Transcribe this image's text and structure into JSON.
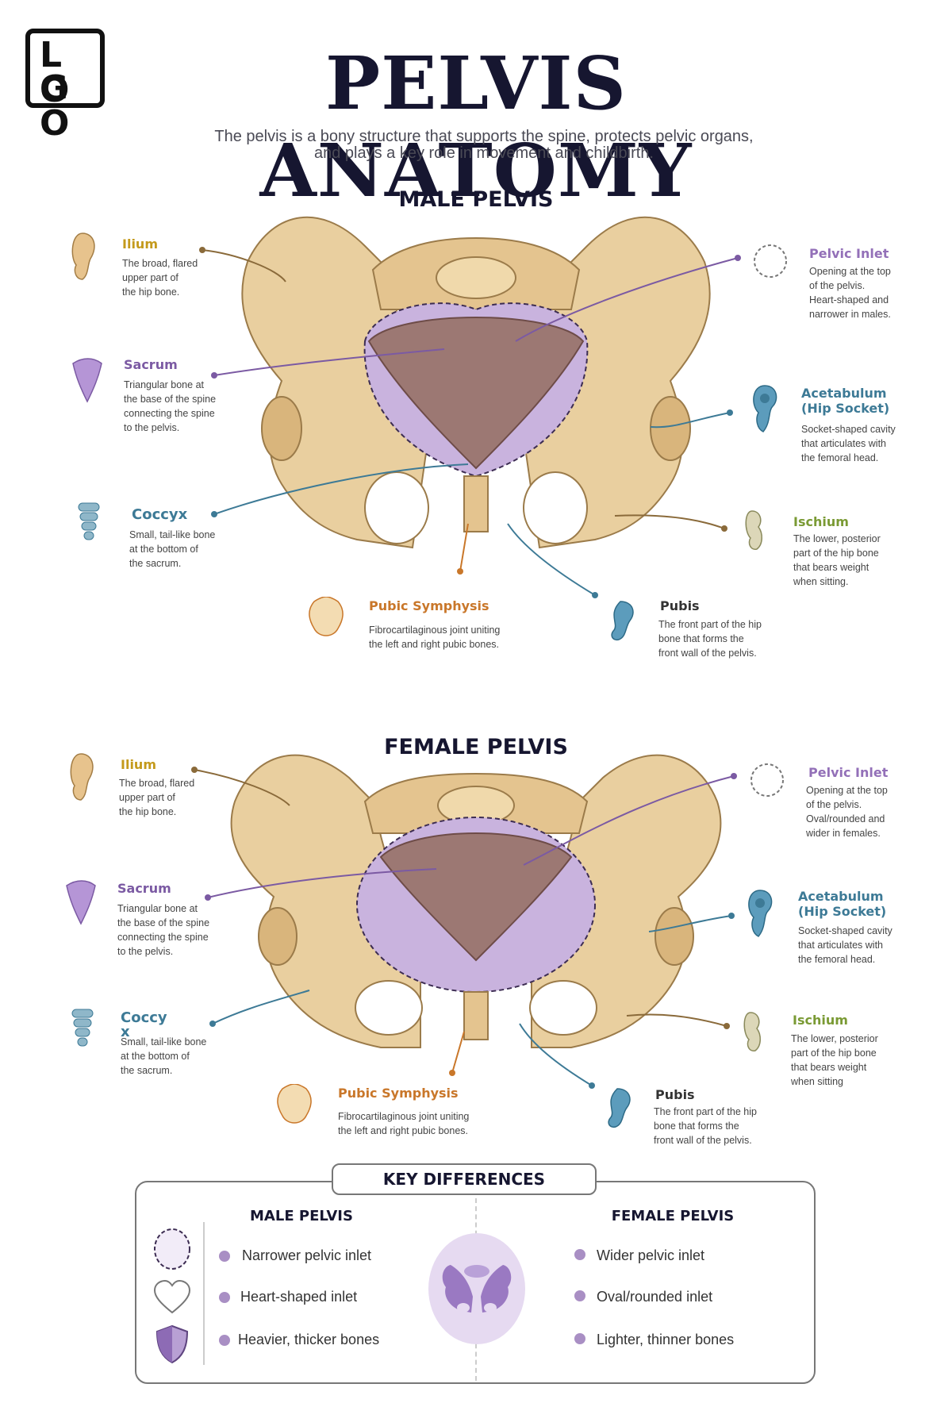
{
  "logo": {
    "line1": "L O",
    "line2": "G O"
  },
  "header": {
    "title": "PELVIS ANATOMY",
    "subtitle_line1": "The pelvis is a bony structure that supports the spine, protects pelvic organs,",
    "subtitle_line2": "and plays a key role in movement and childbirth."
  },
  "colors": {
    "ilium": "#c49a1c",
    "sacrum": "#7b5aa3",
    "coccyx": "#3d7a96",
    "acetabulum": "#3d7a96",
    "ischium": "#7a9a34",
    "pubic": "#c9772a",
    "pubis": "#333333",
    "inlet": "#9370b8",
    "bone": "#e9cf9f"
  },
  "male": {
    "title": "MALE PELVIS",
    "ilium": {
      "title": "Ilium",
      "desc": [
        "The broad, flared",
        "upper part of",
        "the hip bone."
      ]
    },
    "sacrum": {
      "title": "Sacrum",
      "desc": [
        "Triangular bone at",
        "the base of the spine",
        "connecting the spine",
        "to the pelvis."
      ]
    },
    "coccyx": {
      "title": "Coccyx",
      "desc": [
        "Small, tail-like bone",
        "at the bottom of",
        "the sacrum."
      ]
    },
    "pubic": {
      "title": "Pubic Symphysis",
      "desc": [
        "Fibrocartilaginous joint uniting",
        "the left and right pubic bones."
      ]
    },
    "pubis": {
      "title": "Pubis",
      "desc": [
        "The front part of the hip",
        "bone that forms the",
        "front wall of the pelvis."
      ]
    },
    "inlet": {
      "title": "Pelvic Inlet",
      "desc": [
        "Opening at the top",
        "of the pelvis.",
        "Heart-shaped and",
        "narrower in males."
      ]
    },
    "acetabulum": {
      "title1": "Acetabulum",
      "title2": "(Hip Socket)",
      "desc": [
        "Socket-shaped cavity",
        "that articulates with",
        "the femoral head."
      ]
    },
    "ischium": {
      "title": "Ischium",
      "desc": [
        "The lower, posterior",
        "part of the hip bone",
        "that bears weight",
        "when sitting."
      ]
    }
  },
  "female": {
    "title": "FEMALE PELVIS",
    "ilium": {
      "title": "Ilium",
      "desc": [
        "The broad, flared",
        "upper part of",
        "the hip bone."
      ]
    },
    "sacrum": {
      "title": "Sacrum",
      "desc": [
        "Triangular bone at",
        "the base of the spine",
        "connecting the spine",
        "to the pelvis."
      ]
    },
    "coccyx": {
      "title1": "Coccy",
      "title2": "x",
      "desc": [
        "Small, tail-like bone",
        "at the bottom of",
        "the sacrum."
      ]
    },
    "pubic": {
      "title": "Pubic Symphysis",
      "desc": [
        "Fibrocartilaginous joint uniting",
        "the left and right pubic bones."
      ]
    },
    "pubis": {
      "title": "Pubis",
      "desc": [
        "The front part of the hip",
        "bone that forms the",
        "front wall of the pelvis."
      ]
    },
    "inlet": {
      "title": "Pelvic Inlet",
      "desc": [
        "Opening at the top",
        "of the pelvis.",
        "Oval/rounded and",
        "wider in females."
      ]
    },
    "acetabulum": {
      "title1": "Acetabulum",
      "title2": "(Hip Socket)",
      "desc": [
        "Socket-shaped cavity",
        "that articulates with",
        "the femoral head."
      ]
    },
    "ischium": {
      "title": "Ischium",
      "desc": [
        "The lower, posterior",
        "part of the hip bone",
        "that bears weight",
        "when sitting"
      ]
    }
  },
  "key": {
    "title": "KEY DIFFERENCES",
    "male_title": "MALE PELVIS",
    "female_title": "FEMALE PELVIS",
    "male_items": [
      "Narrower pelvic inlet",
      "Heart-shaped inlet",
      "Heavier, thicker bones"
    ],
    "female_items": [
      "Wider pelvic inlet",
      "Oval/rounded inlet",
      "Lighter, thinner bones"
    ],
    "male_icons": [
      "oval-dashed-icon",
      "heart-icon",
      "shield-icon"
    ],
    "center_icon": "pelvis-icon"
  }
}
